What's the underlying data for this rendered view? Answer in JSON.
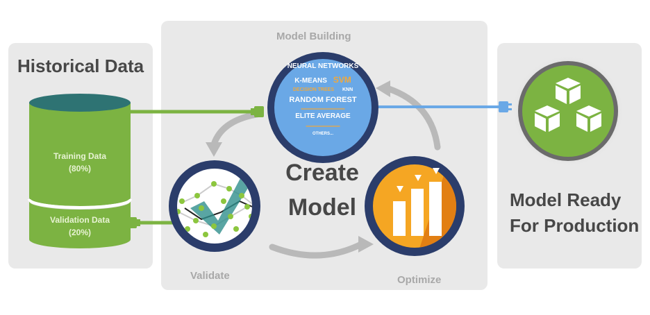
{
  "historical": {
    "title": "Historical Data",
    "training_label": "Training Data",
    "training_pct": "(80%)",
    "validation_label": "Validation Data",
    "validation_pct": "(20%)"
  },
  "building": {
    "title": "Model Building",
    "center_line1": "Create",
    "center_line2": "Model",
    "validate": "Validate",
    "optimize": "Optimize"
  },
  "algorithms": {
    "neural_networks": "NEURAL NETWORKS",
    "k_means": "K-MEANS",
    "svm": "SVM",
    "decision_trees": "DECISION TREES",
    "knn": "KNN",
    "random_forest": "RANDOM FOREST",
    "elite_average": "ELITE AVERAGE",
    "others": "OTHERS..."
  },
  "production": {
    "line1": "Model Ready",
    "line2": "For Production"
  },
  "colors": {
    "green": "#7cb342",
    "green_dark": "#5e9a2c",
    "navy": "#2b3d6b",
    "sky": "#6aa8e6",
    "orange": "#ef8f21",
    "panel": "#e9e9e9",
    "text_dark": "#474747",
    "text_muted": "#a8a8a8"
  },
  "icons": {
    "algorithm_cloud": "word-cloud-icon",
    "validate": "checkmark-scatter-icon",
    "optimize": "bar-chart-icon",
    "production": "stacked-cubes-icon",
    "connector": "plug-icon"
  }
}
